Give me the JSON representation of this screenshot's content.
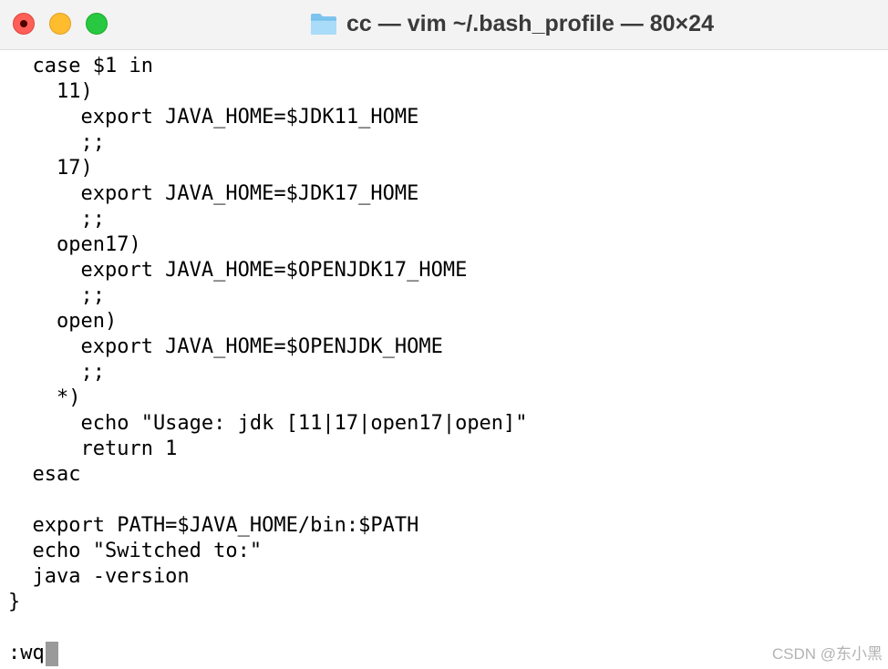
{
  "window": {
    "title": "cc — vim ~/.bash_profile — 80×24",
    "folder_icon": "folder-icon",
    "accent_colors": {
      "close": "#ff5f57",
      "minimize": "#febc2e",
      "zoom": "#28c840"
    }
  },
  "editor": {
    "lines": [
      "  case $1 in",
      "    11)",
      "      export JAVA_HOME=$JDK11_HOME",
      "      ;;",
      "    17)",
      "      export JAVA_HOME=$JDK17_HOME",
      "      ;;",
      "    open17)",
      "      export JAVA_HOME=$OPENJDK17_HOME",
      "      ;;",
      "    open)",
      "      export JAVA_HOME=$OPENJDK_HOME",
      "      ;;",
      "    *)",
      "      echo \"Usage: jdk [11|17|open17|open]\"",
      "      return 1",
      "  esac",
      "",
      "  export PATH=$JAVA_HOME/bin:$PATH",
      "  echo \"Switched to:\"",
      "  java -version",
      "}"
    ],
    "command_line": ":wq"
  },
  "watermark": "CSDN @东小黑"
}
